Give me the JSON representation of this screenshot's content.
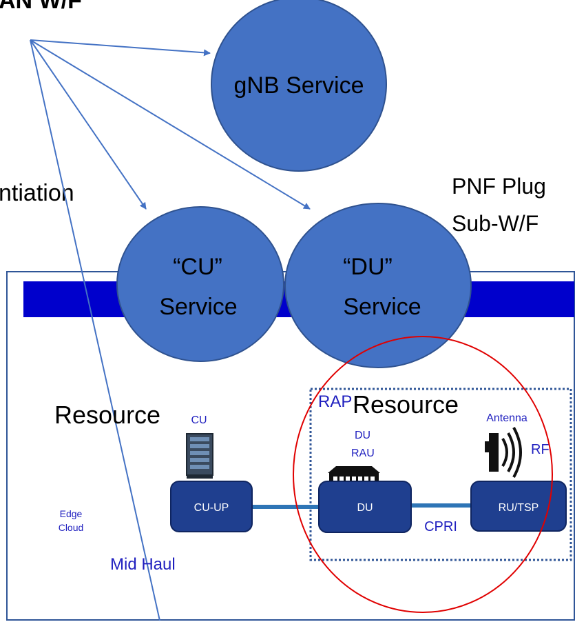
{
  "title_fragment": "AN W/F",
  "instantiation_fragment": "ntiation",
  "pnf_plug_line1": "PNF Plug",
  "pnf_plug_line2": "Sub-W/F",
  "gnb_service": "gNB Service",
  "cu_service_line1": "“CU”",
  "cu_service_line2": "Service",
  "du_service_line1": "“DU”",
  "du_service_line2": "Service",
  "resource_left": "Resource",
  "resource_right": "Resource",
  "cu_label": "CU",
  "rap_label": "RAP",
  "du_small": "DU",
  "rau_label": "RAU",
  "antenna_label": "Antenna",
  "rf_label": "RF",
  "edge_cloud_line1": "Edge",
  "edge_cloud_line2": "Cloud",
  "cu_up_box": "CU-UP",
  "du_box": "DU",
  "ru_tsp_box": "RU/TSP",
  "cpri_label": "CPRI",
  "mid_haul_label": "Mid Haul",
  "colors": {
    "service_fill": "#4472C4",
    "service_stroke": "#2F528F",
    "band_fill": "#0000CC",
    "box_fill": "#1F3F8F",
    "link_blue": "#2E75B6",
    "label_blue": "#1F1FBF",
    "red_circle": "#E00000",
    "frame": "#2F5597"
  }
}
